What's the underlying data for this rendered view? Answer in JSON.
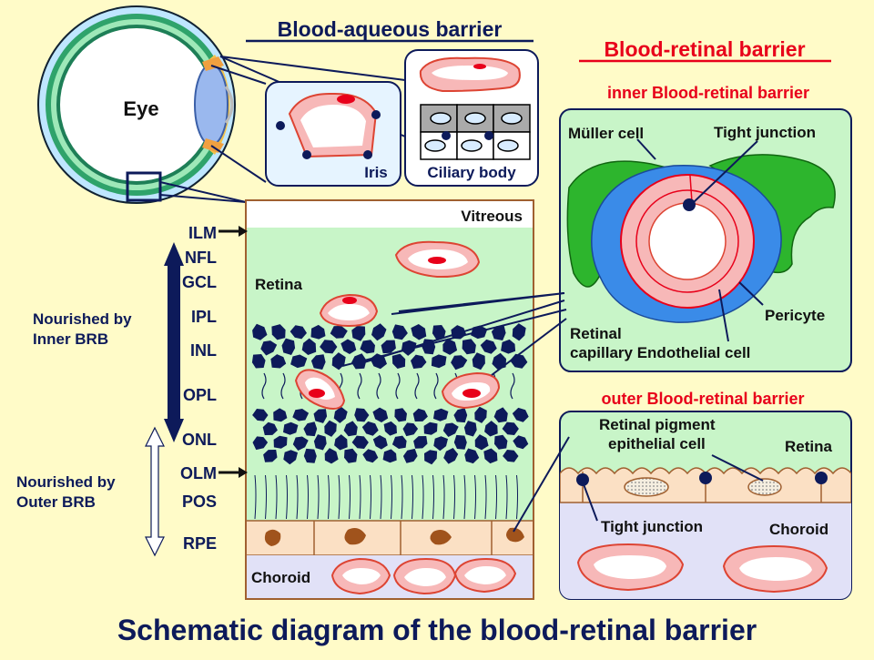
{
  "eye": {
    "label": "Eye"
  },
  "aqueous": {
    "title": "Blood-aqueous barrier",
    "iris": "Iris",
    "ciliary": "Ciliary body"
  },
  "retinal": {
    "title": "Blood-retinal barrier",
    "inner": {
      "title": "inner Blood-retinal barrier",
      "muller": "Müller cell",
      "tight": "Tight junction",
      "pericyte": "Pericyte",
      "endo1": "Retinal",
      "endo2": "capillary Endothelial cell"
    },
    "outer": {
      "title": "outer Blood-retinal barrier",
      "rpe1": "Retinal pigment",
      "rpe2": "epithelial cell",
      "retina": "Retina",
      "tight": "Tight junction",
      "choroid": "Choroid"
    }
  },
  "layers": [
    "ILM",
    "NFL",
    "GCL",
    "IPL",
    "INL",
    "OPL",
    "ONL",
    "OLM",
    "POS",
    "RPE"
  ],
  "section": {
    "vitreous": "Vitreous",
    "retina": "Retina",
    "choroid": "Choroid"
  },
  "nourish": {
    "inner1": "Nourished by",
    "inner2": "Inner BRB",
    "outer1": "Nourished by",
    "outer2": "Outer BRB"
  },
  "footer": {
    "title": "Schematic diagram of the blood-retinal barrier"
  },
  "colors": {
    "background": "#fffbc8",
    "navy": "#0d1a5a",
    "red": "#e8001a",
    "retinaGreen": "#c8f5c8",
    "mullerGreen": "#2db52d",
    "pericyteBlue": "#3a8be8",
    "vesselPink": "#f7b8b8",
    "rpeTan": "#fbe0c4",
    "melanin": "#a0531c",
    "choroidLilac": "#e1e1f7"
  }
}
